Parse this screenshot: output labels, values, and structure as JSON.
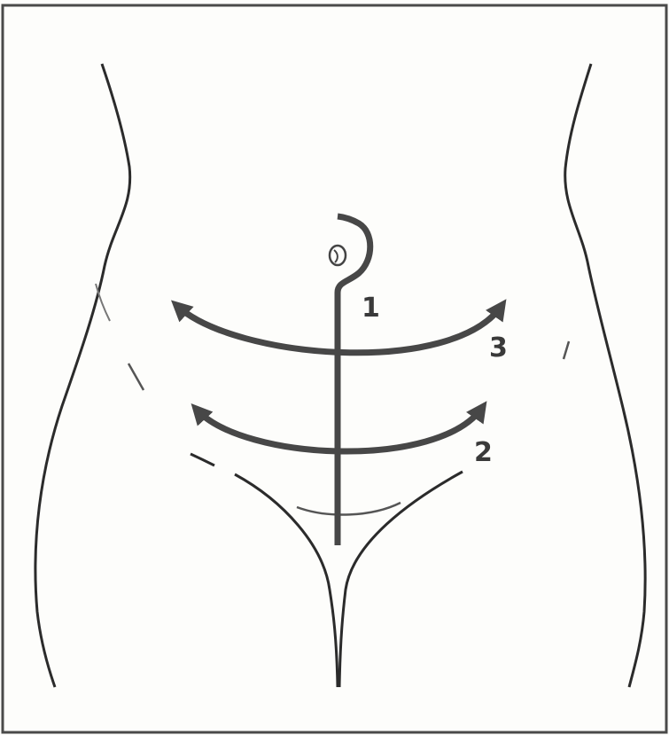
{
  "diagram": {
    "colors": {
      "background": "#fdfdfb",
      "frame": "#4a4a4a",
      "outline": "#2b2b2b",
      "incision": "#474747"
    },
    "incisions": [
      {
        "number": "1",
        "shape": "vertical-midline-around-umbilicus"
      },
      {
        "number": "2",
        "shape": "low-transverse-arc"
      },
      {
        "number": "3",
        "shape": "upper-transverse-arc"
      }
    ]
  }
}
